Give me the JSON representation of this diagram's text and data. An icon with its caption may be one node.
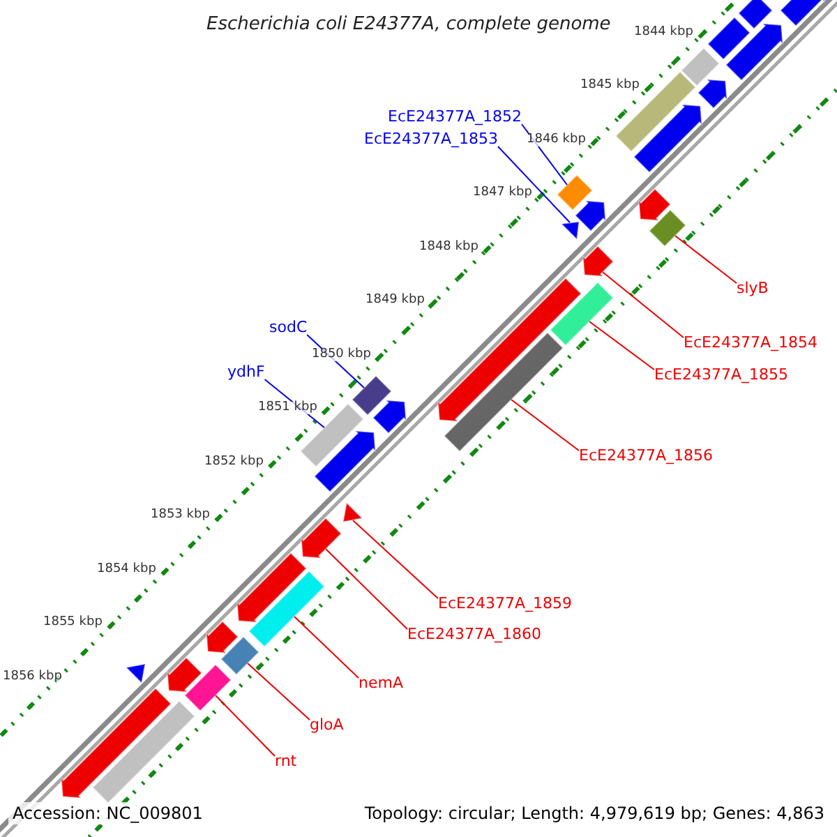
{
  "diagram": {
    "title": "Escherichia coli E24377A, complete genome",
    "nodes": [
      {
        "text": [
          "EcE24377A_1852"
        ]
      },
      {
        "text": [
          "EcE24377A_1853"
        ]
      },
      {
        "text": [
          "sodC"
        ]
      },
      {
        "text": [
          "ydhF"
        ]
      },
      {
        "text": [
          "slyB"
        ]
      },
      {
        "text": [
          "EcE24377A_1854"
        ]
      },
      {
        "text": [
          "EcE24377A_1855"
        ]
      },
      {
        "text": [
          "EcE24377A_1856"
        ]
      },
      {
        "text": [
          "EcE24377A_1859"
        ]
      },
      {
        "text": [
          "EcE24377A_1860"
        ]
      },
      {
        "text": [
          "nemA"
        ]
      },
      {
        "text": [
          "gloA"
        ]
      },
      {
        "text": [
          "rnt"
        ]
      },
      {
        "text": [],
        "shape": "bar"
      },
      {
        "text": [],
        "shape": "bar"
      },
      {
        "text": [],
        "shape": "triangle"
      },
      {
        "text": [],
        "shape": "arrow"
      },
      {
        "text": [],
        "shape": "bar"
      },
      {
        "text": [],
        "shape": "bar"
      },
      {
        "text": [],
        "shape": "bar"
      },
      {
        "text": [],
        "shape": "bar"
      },
      {
        "text": [],
        "shape": "triangle"
      },
      {
        "text": [],
        "shape": "arrow"
      },
      {
        "text": [],
        "shape": "bar"
      },
      {
        "text": [],
        "shape": "bar"
      },
      {
        "text": [],
        "shape": "bar"
      },
      {
        "text": [],
        "shape": "bar"
      },
      {
        "text": [],
        "shape": "arrow"
      },
      {
        "text": [],
        "shape": "bar"
      },
      {
        "text": [],
        "shape": "arrow"
      },
      {
        "text": [],
        "shape": "bar"
      },
      {
        "text": [],
        "shape": "arrow"
      },
      {
        "text": [],
        "shape": "bar"
      },
      {
        "text": [],
        "shape": "arrow"
      },
      {
        "text": [],
        "shape": "arrow"
      },
      {
        "text": [],
        "shape": "arrow"
      },
      {
        "text": [],
        "shape": "arrow"
      },
      {
        "text": [],
        "shape": "arrow"
      },
      {
        "text": [],
        "shape": "arrow"
      },
      {
        "text": [],
        "shape": "arrow"
      },
      {
        "text": [],
        "shape": "arrow"
      },
      {
        "text": [],
        "shape": "arrow"
      },
      {
        "text": [],
        "shape": "triangle"
      },
      {
        "text": [],
        "shape": "arrow"
      },
      {
        "text": [],
        "shape": "bar"
      }
    ],
    "edges": [
      {
        "from": 0,
        "to": 13,
        "arrow": "none",
        "color": "#0000ee"
      },
      {
        "from": 1,
        "to": 15,
        "arrow": "none",
        "color": "#0000ee"
      },
      {
        "from": 2,
        "to": 18,
        "arrow": "none",
        "color": "#0000ee"
      },
      {
        "from": 3,
        "to": 20,
        "arrow": "none",
        "color": "#0000ee"
      },
      {
        "from": 4,
        "to": 14,
        "arrow": "none"
      },
      {
        "from": 5,
        "to": 16,
        "arrow": "none"
      },
      {
        "from": 6,
        "to": 17,
        "arrow": "none"
      },
      {
        "from": 7,
        "to": 19,
        "arrow": "none"
      },
      {
        "from": 8,
        "to": 21,
        "arrow": "none"
      },
      {
        "from": 9,
        "to": 22,
        "arrow": "none"
      },
      {
        "from": 10,
        "to": 23,
        "arrow": "none"
      },
      {
        "from": 11,
        "to": 24,
        "arrow": "none"
      },
      {
        "from": 12,
        "to": 25,
        "arrow": "none"
      }
    ],
    "labels": [
      "1844 kbp",
      "1845 kbp",
      "1846 kbp",
      "1847 kbp",
      "1848 kbp",
      "1849 kbp",
      "1850 kbp",
      "1851 kbp",
      "1852 kbp",
      "1853 kbp",
      "1854 kbp",
      "1855 kbp",
      "1856 kbp",
      "Accession: NC_009801",
      "Topology: circular; Length: 4,979,619 bp; Genes: 4,863"
    ]
  }
}
